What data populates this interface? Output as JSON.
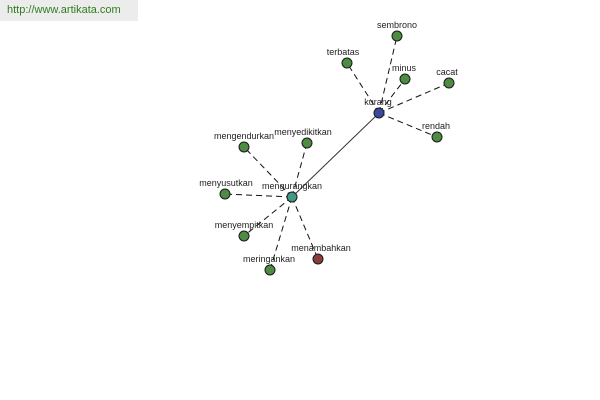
{
  "source": {
    "url": "http://www.artikata.com"
  },
  "colors": {
    "synonym": "#4e8b43",
    "antonym": "#8b3c3c",
    "hub_primary": "#3b4a9e",
    "hub_secondary": "#3f9a86"
  },
  "nodes": [
    {
      "id": "kurang",
      "label": "kurang",
      "type": "hub_primary"
    },
    {
      "id": "mengurangkan",
      "label": "mengurangkan",
      "type": "hub_secondary"
    },
    {
      "id": "sembrono",
      "label": "sembrono",
      "type": "synonym"
    },
    {
      "id": "terbatas",
      "label": "terbatas",
      "type": "synonym"
    },
    {
      "id": "minus",
      "label": "minus",
      "type": "synonym"
    },
    {
      "id": "cacat",
      "label": "cacat",
      "type": "synonym"
    },
    {
      "id": "rendah",
      "label": "rendah",
      "type": "synonym"
    },
    {
      "id": "mengendurkan",
      "label": "mengendurkan",
      "type": "synonym"
    },
    {
      "id": "menyedikitkan",
      "label": "menyedikitkan",
      "type": "synonym"
    },
    {
      "id": "menyusutkan",
      "label": "menyusutkan",
      "type": "synonym"
    },
    {
      "id": "menyempitkan",
      "label": "menyempitkan",
      "type": "synonym"
    },
    {
      "id": "meringankan",
      "label": "meringankan",
      "type": "synonym"
    },
    {
      "id": "menambahkan",
      "label": "menambahkan",
      "type": "antonym"
    }
  ],
  "edges": [
    {
      "from": "kurang",
      "to": "mengurangkan",
      "style": "solid"
    },
    {
      "from": "kurang",
      "to": "sembrono",
      "style": "dashed"
    },
    {
      "from": "kurang",
      "to": "terbatas",
      "style": "dashed"
    },
    {
      "from": "kurang",
      "to": "minus",
      "style": "dashed"
    },
    {
      "from": "kurang",
      "to": "cacat",
      "style": "dashed"
    },
    {
      "from": "kurang",
      "to": "rendah",
      "style": "dashed"
    },
    {
      "from": "mengurangkan",
      "to": "mengendurkan",
      "style": "dashed"
    },
    {
      "from": "mengurangkan",
      "to": "menyedikitkan",
      "style": "dashed"
    },
    {
      "from": "mengurangkan",
      "to": "menyusutkan",
      "style": "dashed"
    },
    {
      "from": "mengurangkan",
      "to": "menyempitkan",
      "style": "dashed"
    },
    {
      "from": "mengurangkan",
      "to": "meringankan",
      "style": "dashed"
    },
    {
      "from": "mengurangkan",
      "to": "menambahkan",
      "style": "dashed"
    }
  ]
}
